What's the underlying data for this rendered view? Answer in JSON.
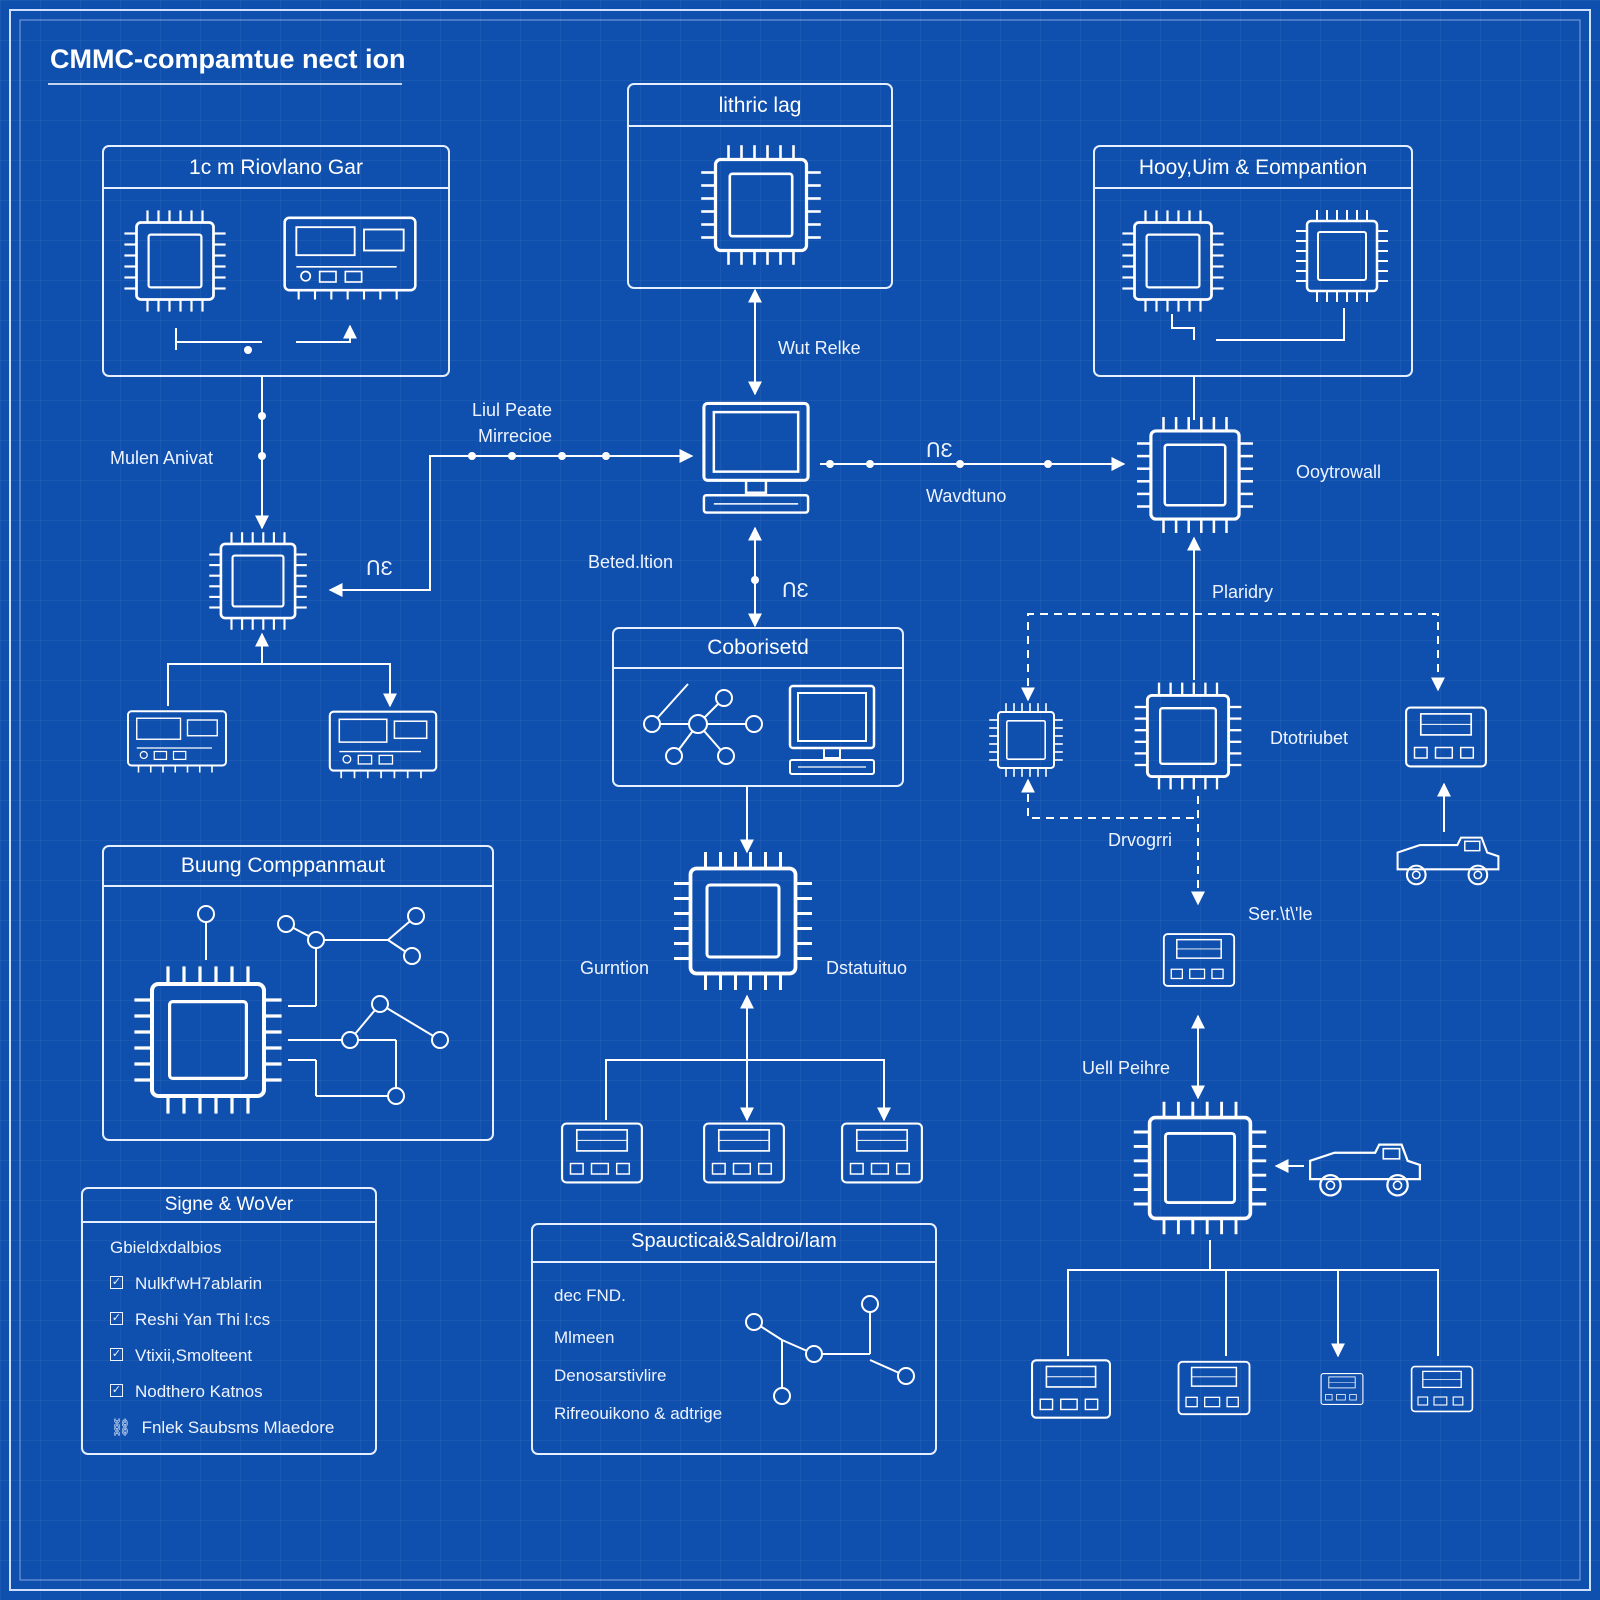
{
  "title": "CMMC-compamtue nect ion",
  "boxes": {
    "top_left": "1c m Riovlano Gar",
    "top_center": "lithric lag",
    "top_right": "Hooy,Uim & Eompantion",
    "middle_center": "Coborisetd",
    "bottom_left": "Buung Comppanmaut",
    "signe": "Signe & WoVer",
    "spauctical": "Spaucticai&Saldroi/lam"
  },
  "labels": {
    "wut_relke": "Wut Relke",
    "liul_peate": "Liul Peate",
    "mirrecioe": "Mirrecioe",
    "mulen_anivat": "Mulen Anivat",
    "beted_ltion": "Beted.ltion",
    "wavdtuno": "Wavdtuno",
    "ooytrowall": "Ooytrowall",
    "plaridry": "Plaridry",
    "dtotriubet": "Dtotriubet",
    "drvogrri": "Drvogrri",
    "sernt_le": "Ser.\\t\\'le",
    "gurntion": "Gurntion",
    "dstatuituo": "Dstatuituo",
    "uell_peihre": "Uell Peihre",
    "glyph_a": "ՈƐ",
    "glyph_b": "ՈƐ",
    "glyph_c": "ՈƐ"
  },
  "signe_list": {
    "header": "Gbieldxdalbios",
    "items": [
      "Nulkf'wH7ablarin",
      "Reshi Yan Thi l:cs",
      "Vtixii,Smolteent",
      "Nodthero Katnos"
    ],
    "footer": "Fnlek Saubsms Mlaedore"
  },
  "spauctical_list": [
    "dec FND.",
    "Mlmeen",
    "Denosarstivlire",
    "Rifreouikono & adtrige"
  ]
}
